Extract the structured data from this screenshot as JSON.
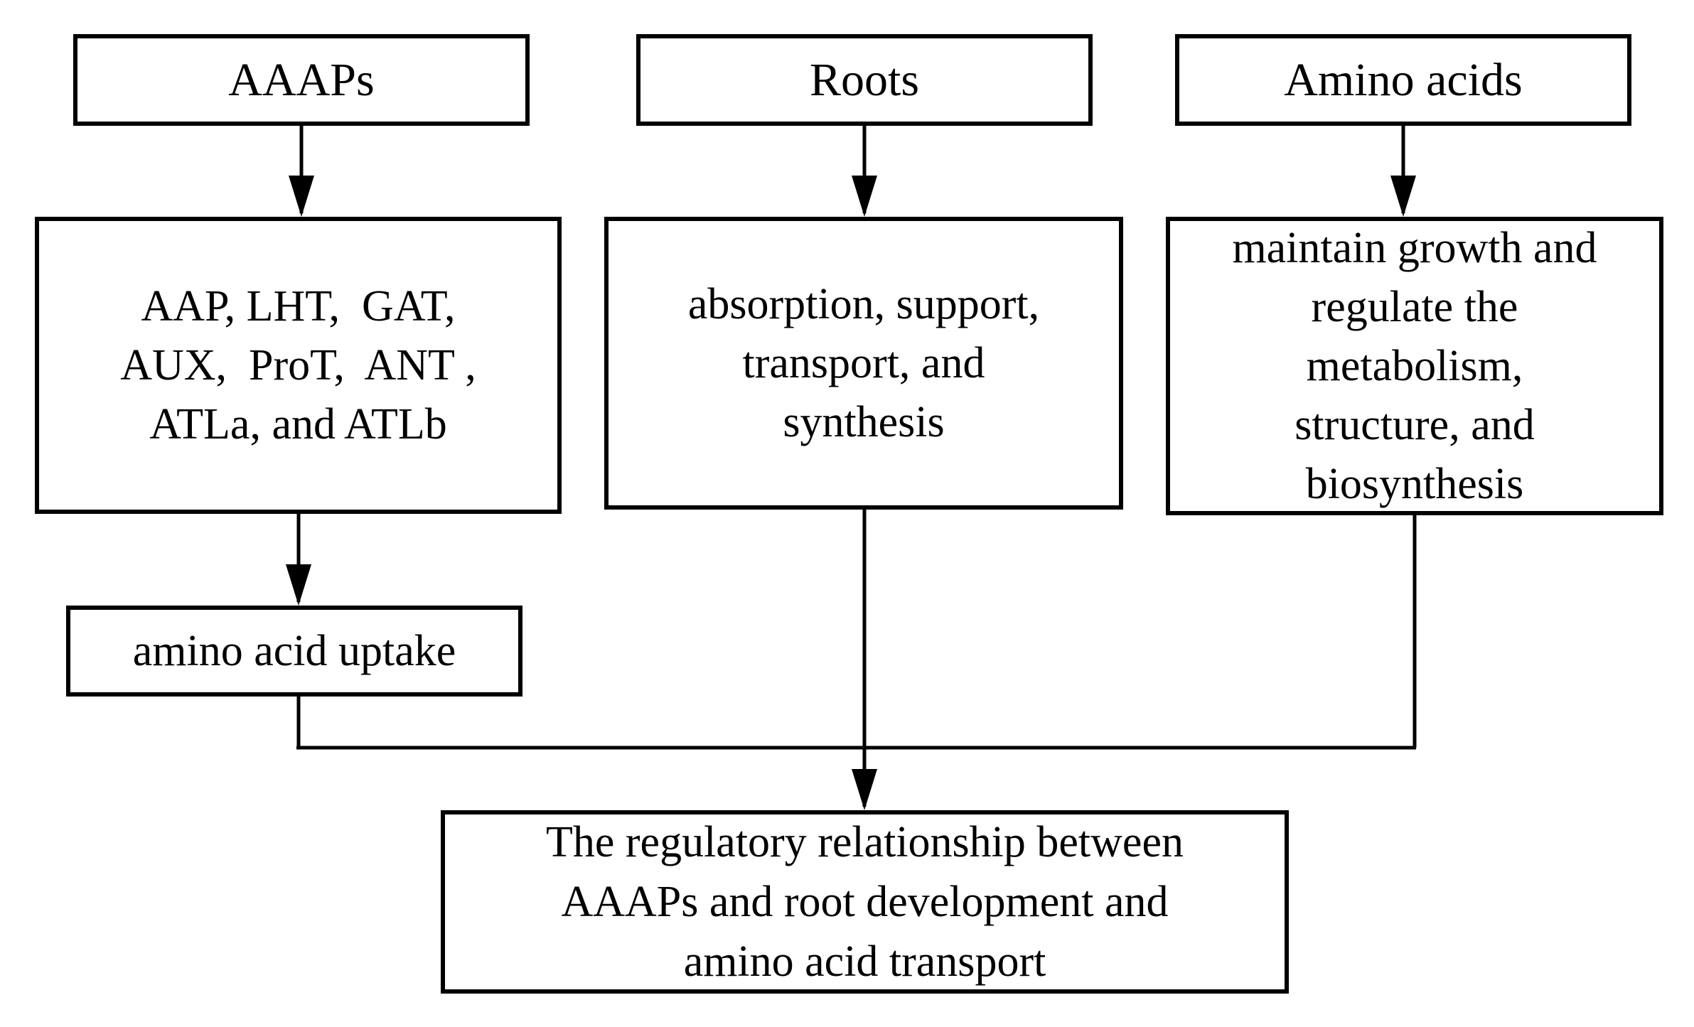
{
  "page": {
    "background_color": "#ffffff",
    "line_color": "#000000"
  },
  "nodes": {
    "aaaps": {
      "label": "AAAPs"
    },
    "roots": {
      "label": "Roots"
    },
    "amino_acids": {
      "label": "Amino acids"
    },
    "aaap_families": {
      "lines": [
        "AAP, LHT,  GAT,",
        "AUX,  ProT,  ANT ,",
        "ATLa, and ATLb"
      ]
    },
    "root_functions": {
      "lines": [
        "absorption, support,",
        "transport, and",
        "synthesis"
      ]
    },
    "amino_functions": {
      "lines": [
        "maintain growth and",
        "regulate the",
        "metabolism,",
        "structure, and",
        "biosynthesis"
      ]
    },
    "uptake": {
      "label": "amino acid uptake"
    },
    "conclusion": {
      "lines": [
        "The regulatory relationship between",
        "AAAPs and root development and",
        "amino acid transport"
      ]
    }
  }
}
